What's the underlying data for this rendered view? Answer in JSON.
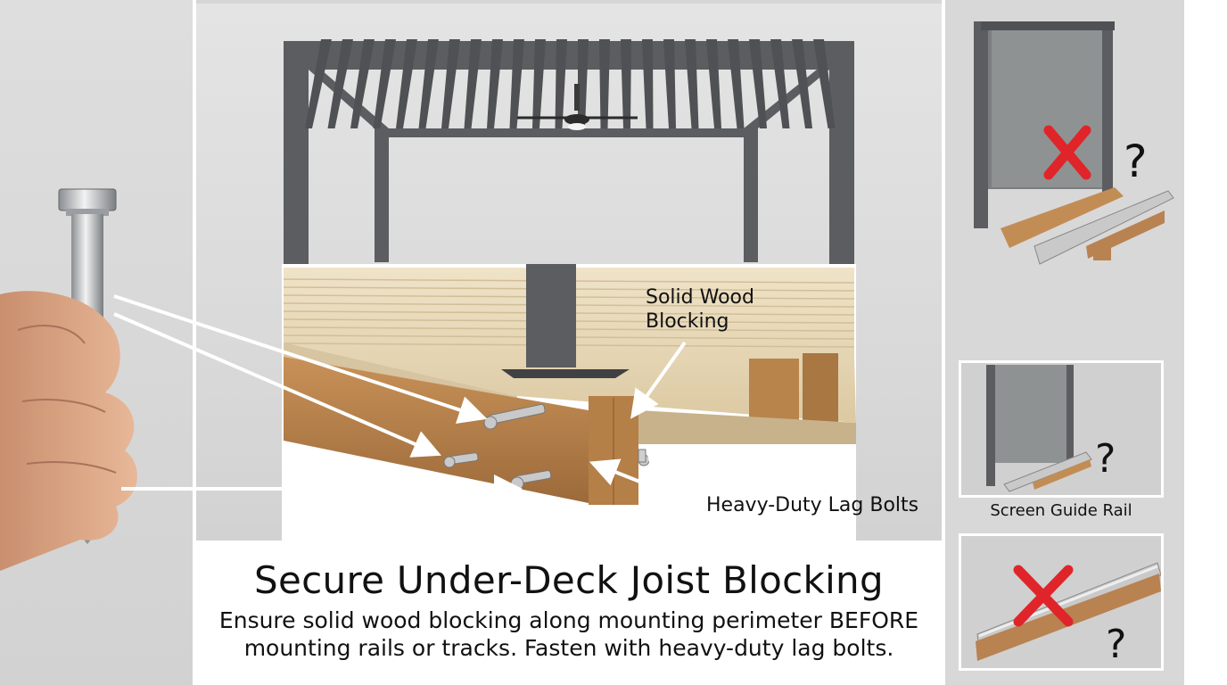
{
  "headline": "Secure Under-Deck Joist Blocking",
  "instruction": "Ensure solid wood blocking along mounting perimeter BEFORE mounting rails or tracks. Fasten with heavy-duty lag bolts.",
  "callouts": {
    "solid_wood_blocking": "Solid Wood Blocking",
    "lag_bolts": "Heavy-Duty Lag Bolts"
  },
  "thumbnails": {
    "guide_rail_caption": "Screen Guide Rail",
    "question_mark": "?"
  },
  "icons": {
    "reject_mark": "red-x-icon",
    "unknown_mark": "question-mark-icon"
  },
  "colors": {
    "frame_gray": "#5b5d60",
    "wood": "#b98a55",
    "reject_red": "#e0252a"
  }
}
